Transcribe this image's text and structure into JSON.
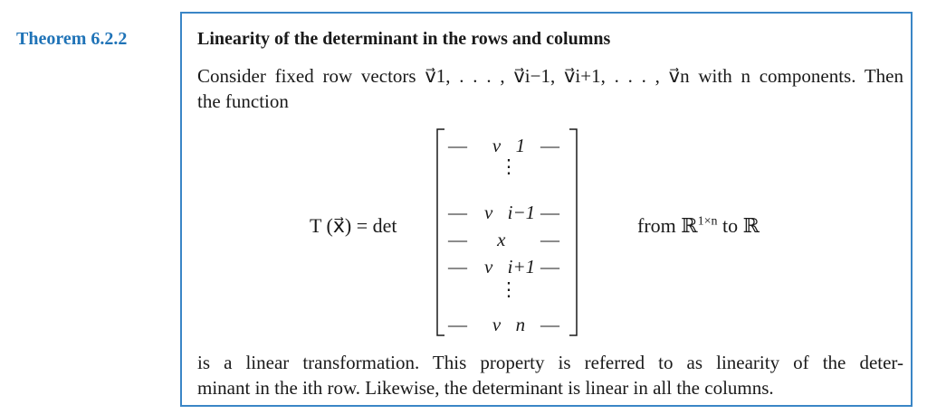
{
  "theorem": {
    "label": "Theorem 6.2.2",
    "title": "Linearity of the determinant in the rows and columns"
  },
  "intro": {
    "line1": "Consider fixed row vectors v⃗1, . . . , v⃗i−1, v⃗i+1, . . . , v⃗n with n components. Then",
    "line2": "the function"
  },
  "equation": {
    "lhs": "T (x⃗) = det",
    "matrix_rows": [
      {
        "left": "—",
        "entry": "v⃗1",
        "right": "—"
      },
      {
        "left": "",
        "entry": "⋮",
        "right": ""
      },
      {
        "left": "—",
        "entry": "v⃗i−1",
        "right": "—"
      },
      {
        "left": "—",
        "entry": "x⃗",
        "right": "—"
      },
      {
        "left": "—",
        "entry": "v⃗i+1",
        "right": "—"
      },
      {
        "left": "",
        "entry": "⋮",
        "right": ""
      },
      {
        "left": "—",
        "entry": "v⃗n",
        "right": "—"
      }
    ],
    "rhs_prefix": "from ℝ",
    "rhs_sup": "1×n",
    "rhs_suffix": " to ℝ"
  },
  "conclusion": {
    "line1": "is a linear transformation. This property is referred to as linearity of the deter-",
    "line2": "minant in the ith row. Likewise, the determinant is linear in all the columns."
  },
  "colors": {
    "accent": "#1f73b7",
    "border": "#3a86c6"
  }
}
